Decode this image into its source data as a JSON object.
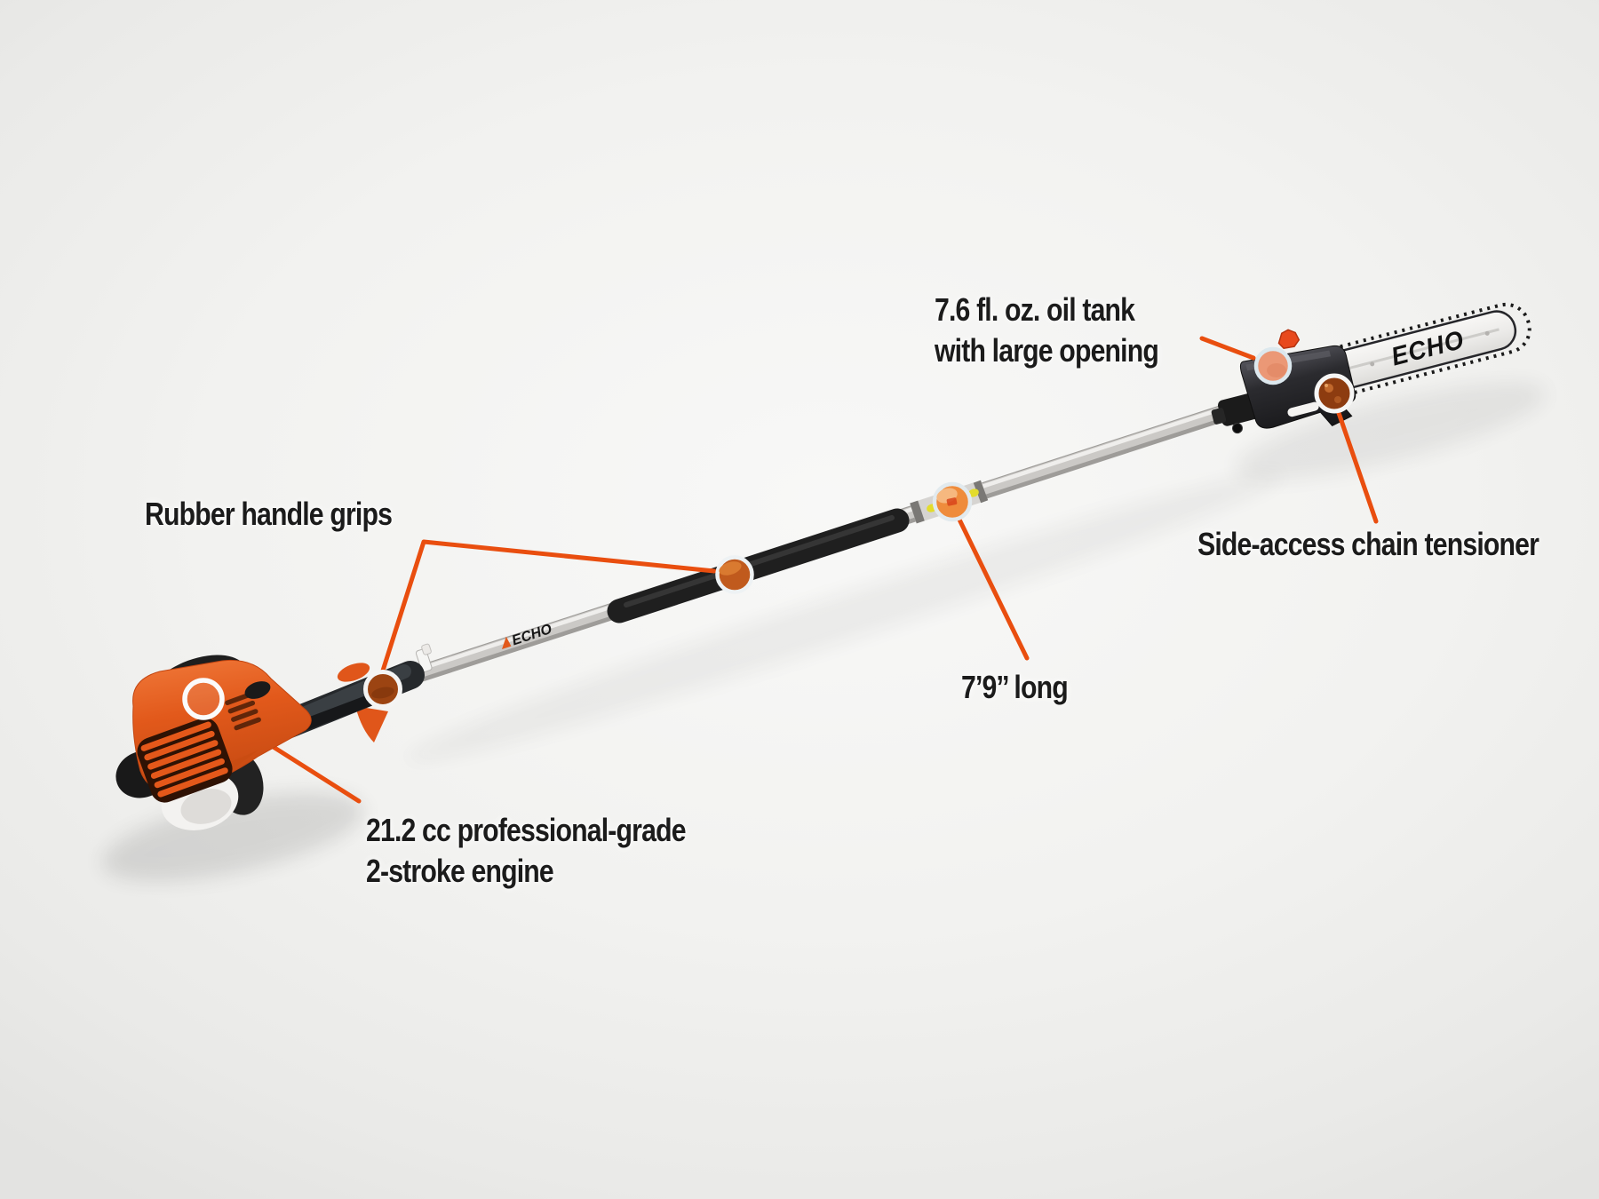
{
  "product": {
    "brand_bar": "ECHO",
    "brand_shaft": "ECHO"
  },
  "callouts": {
    "oil_tank": {
      "line1": "7.6 fl. oz. oil tank",
      "line2": "with large opening"
    },
    "rubber_grips": {
      "label": "Rubber handle grips"
    },
    "chain_tensioner": {
      "label": "Side-access chain tensioner"
    },
    "length": {
      "label": "7’9’’ long"
    },
    "engine": {
      "line1": "21.2 cc professional-grade",
      "line2": "2-stroke engine"
    }
  },
  "colors": {
    "accent_leader": "#E94E0F",
    "engine_orange": "#E2591B",
    "marker_salmon": "#EB9876",
    "marker_rust": "#8D3C10",
    "marker_orange": "#EF8C3C",
    "background": "#F1F1EF",
    "text": "#1B1B1B"
  }
}
